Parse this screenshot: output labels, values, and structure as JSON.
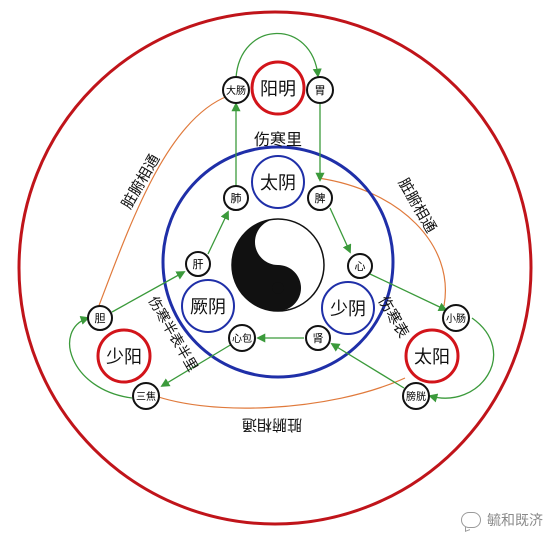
{
  "rings": {
    "outer": "",
    "inner": ""
  },
  "center_labels": {
    "top": "伤寒里",
    "right": "伤寒表",
    "left": "伤寒半表半里"
  },
  "outer_labels": {
    "upper_left": "脏腑相通",
    "upper_right": "脏腑相通",
    "bottom": "脏腑相通"
  },
  "meridians": {
    "yangming": "阳明",
    "taiyin": "太阴",
    "jueyin": "厥阴",
    "shaoyin": "少阴",
    "shaoyang": "少阳",
    "taiyang": "太阳"
  },
  "organs": {
    "dachang": "大肠",
    "wei": "胃",
    "fei": "肺",
    "pi": "脾",
    "gan": "肝",
    "xin": "心",
    "xinbao": "心包",
    "shen": "肾",
    "dan": "胆",
    "sanjiao": "三焦",
    "xiaochang": "小肠",
    "pangguang": "膀胱"
  },
  "watermark": "毓和既济",
  "colors": {
    "outer_ring": "#c0141a",
    "inner_ring": "#1f2fa8",
    "yang_meridian": "#d2141a",
    "yin_meridian": "#1f2fa8",
    "green_arrow": "#3b9a3b",
    "orange_arc": "#e07a3c"
  }
}
